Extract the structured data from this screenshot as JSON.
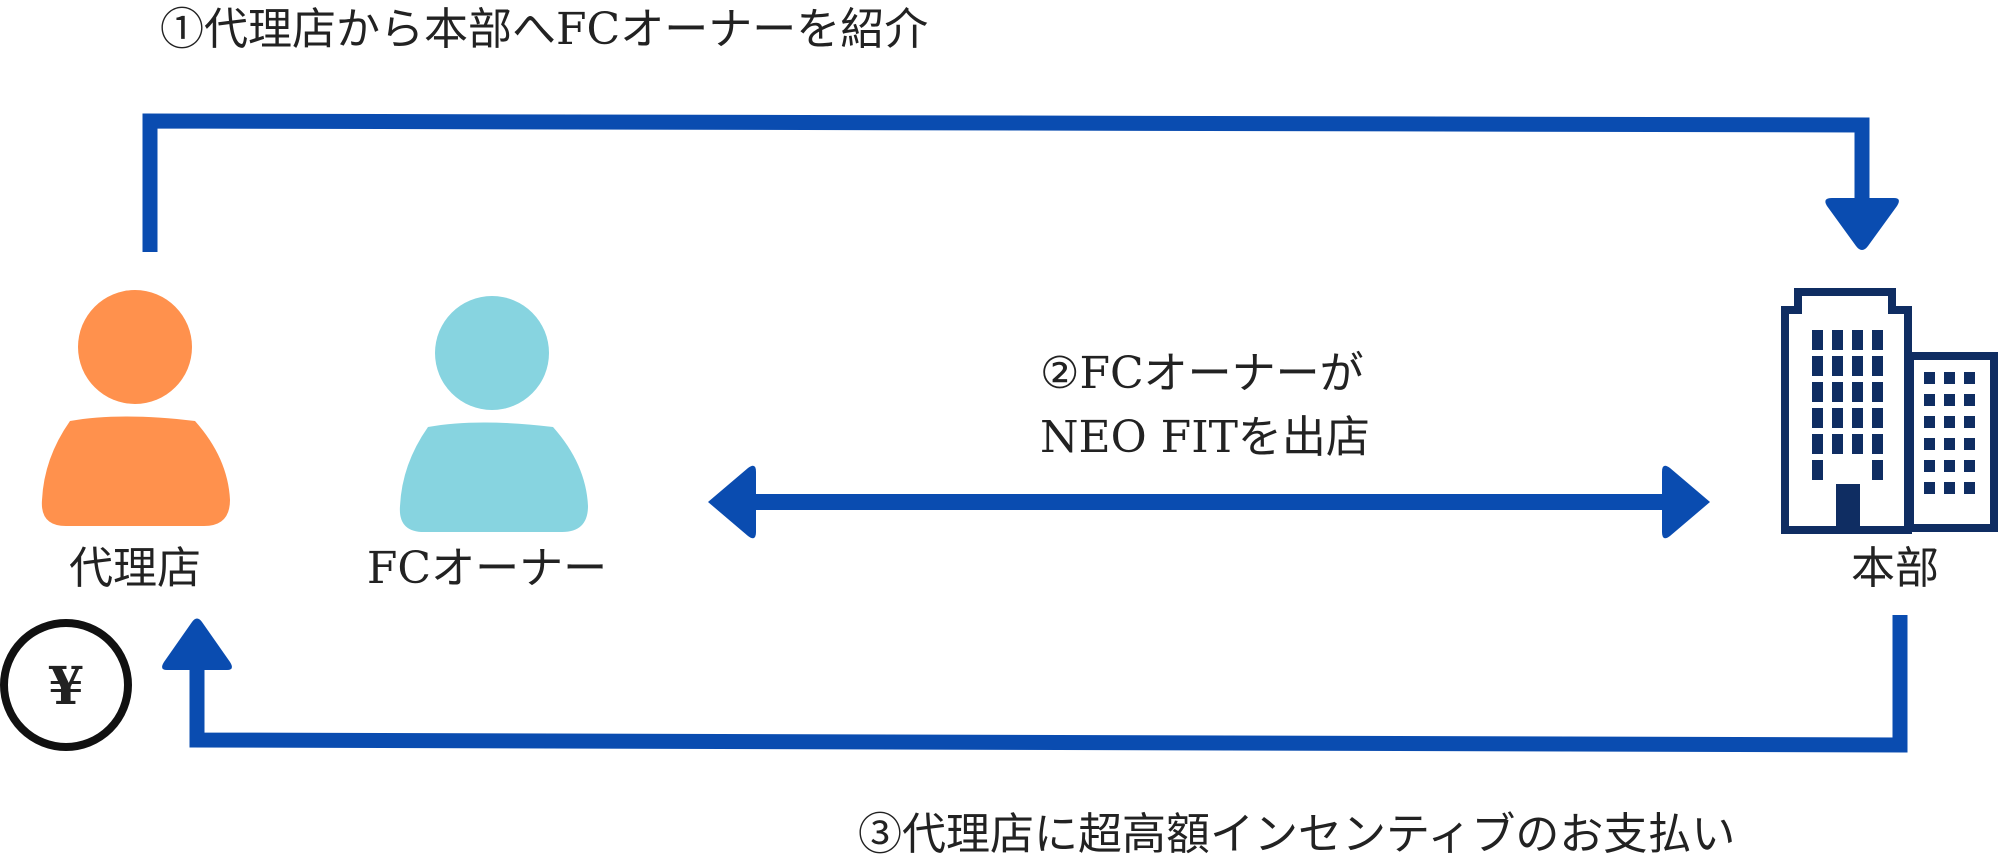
{
  "steps": {
    "step1": "①代理店から本部へFCオーナーを紹介",
    "step2_line1": "②FCオーナーが",
    "step2_line2": "NEO FITを出店",
    "step3": "③代理店に超高額インセンティブのお支払い"
  },
  "actors": {
    "agency": {
      "label": "代理店",
      "icon": "person-icon",
      "color": "#FF914D"
    },
    "fc_owner": {
      "label": "FCオーナー",
      "icon": "person-icon",
      "color": "#87D4E0"
    },
    "headquarters": {
      "label": "本部",
      "icon": "building-icon",
      "color": "#0F2D62"
    }
  },
  "yen_symbol": "¥",
  "colors": {
    "arrow": "#0A4CB0",
    "text": "#222222",
    "coin_outline": "#111111"
  }
}
